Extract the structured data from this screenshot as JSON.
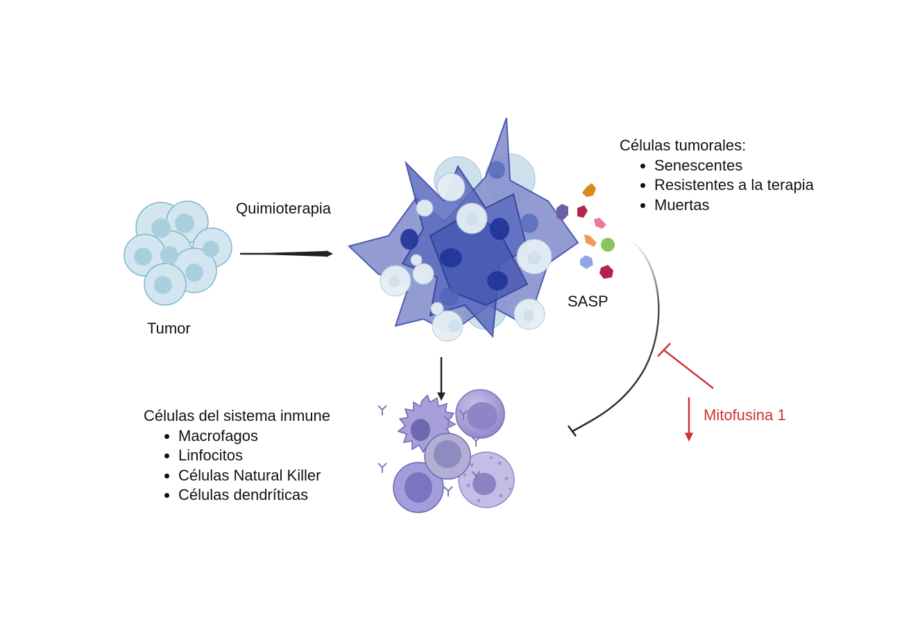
{
  "labels": {
    "tumor": "Tumor",
    "chemo": "Quimioterapia",
    "sasp": "SASP",
    "mitofusin": "Mitofusina 1"
  },
  "tumor_cells": {
    "title": "Células tumorales:",
    "items": [
      "Senescentes",
      "Resistentes a la terapia",
      "Muertas"
    ]
  },
  "immune_cells": {
    "title": "Células del sistema inmune",
    "items": [
      "Macrofagos",
      "Linfocitos",
      "Células Natural Killer",
      "Células dendríticas"
    ]
  },
  "colors": {
    "tumor_cell": "#d3e6ef",
    "tumor_nucleus": "#a9cfdf",
    "senescent_light": "#8792cf",
    "senescent_dark": "#3b4aa8",
    "nucleus_dark": "#1f3596",
    "immune": "#9b93cf",
    "inhibition_red": "#cc3333",
    "arrow": "#222222"
  }
}
